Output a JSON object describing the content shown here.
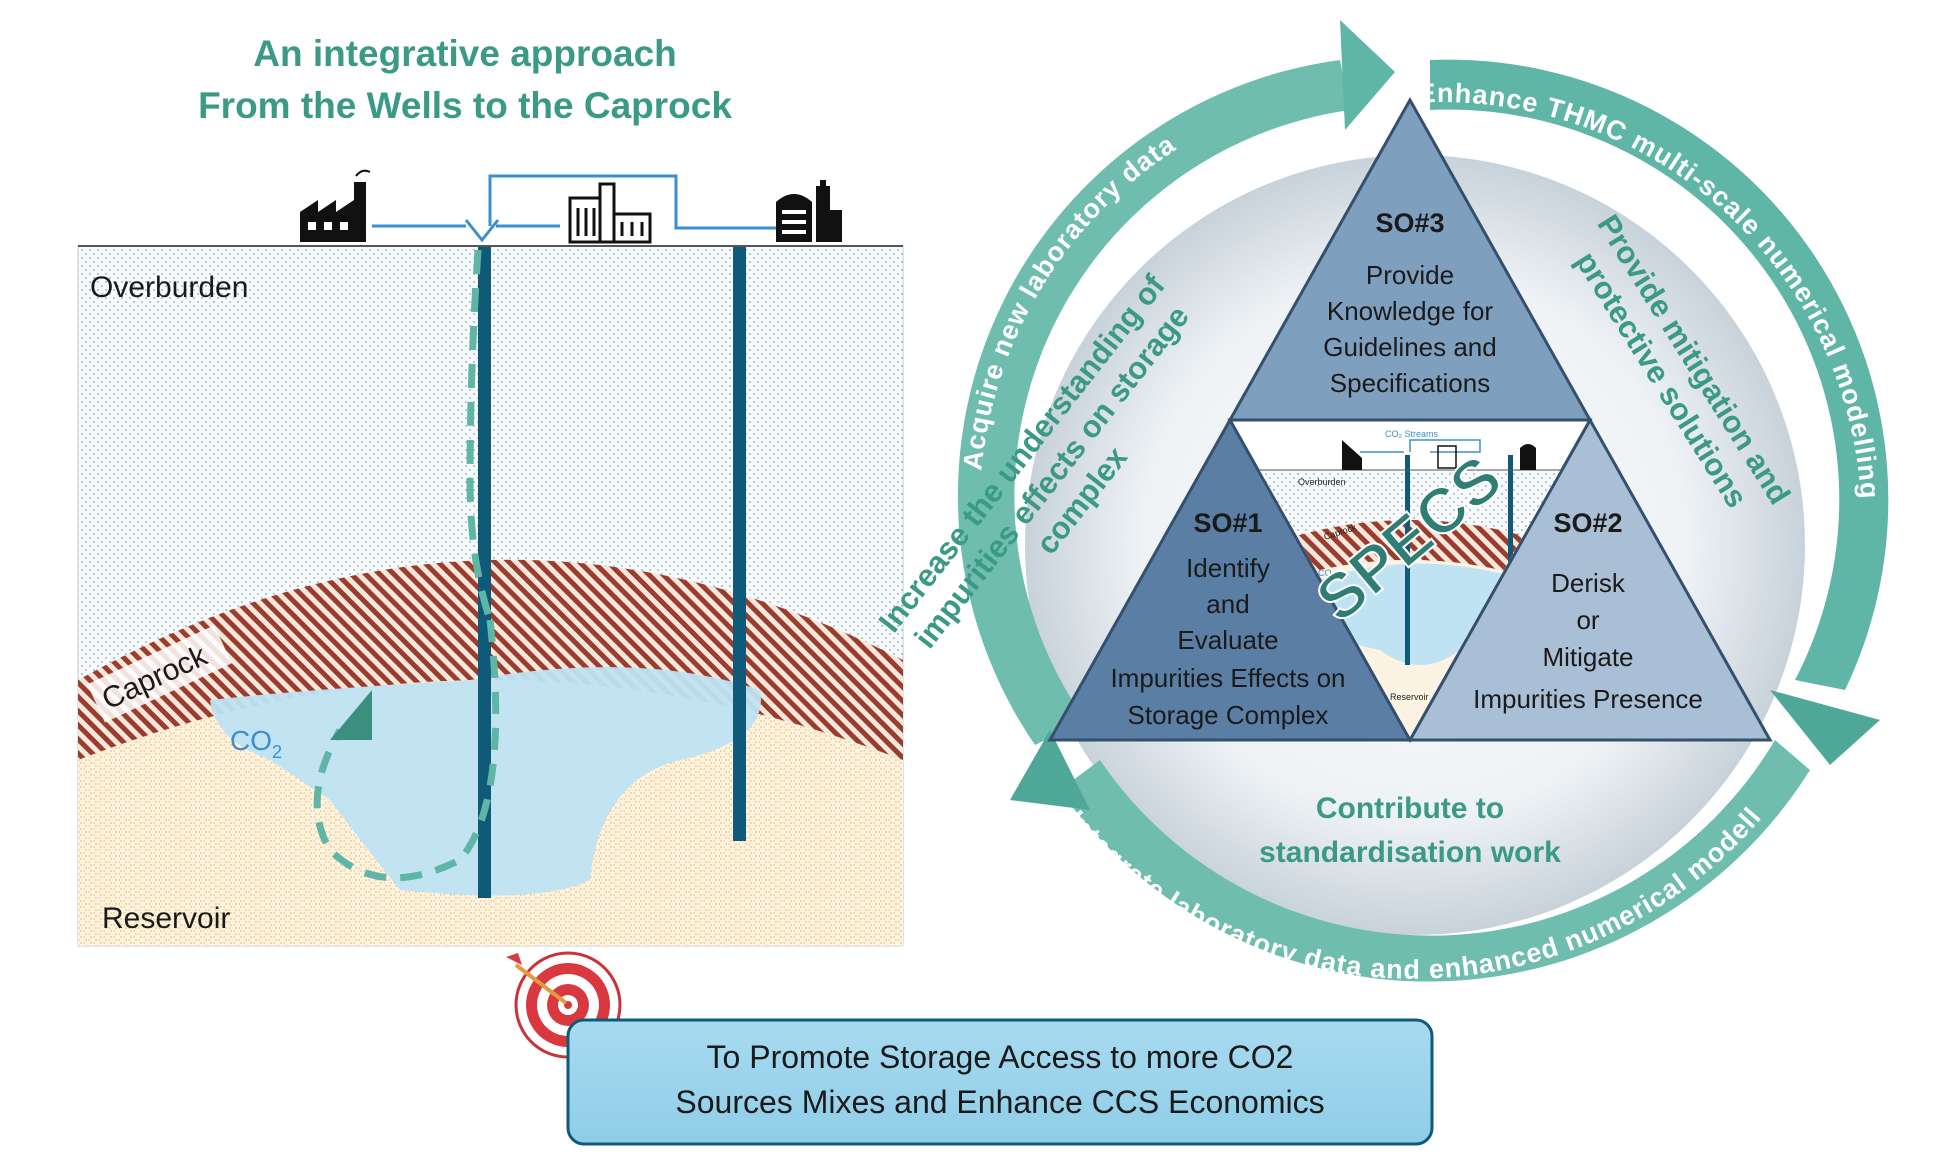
{
  "header": {
    "line1": "An integrative approach",
    "line2": "From the Wells to the Caprock"
  },
  "geology": {
    "overburden": "Overburden",
    "caprock": "Caprock",
    "reservoir": "Reservoir",
    "co2_main": "CO",
    "co2_sub": "2"
  },
  "icons": {
    "factory": "factory-icon",
    "industrial_plant": "industrial-plant-icon",
    "refinery": "refinery-icon",
    "target": "target-icon"
  },
  "cycle": {
    "top_left_arc": "Acquire new laboratory data",
    "top_right_arc": "Enhance THMC multi-scale numerical modelling",
    "bottom_arc": "Integrate laboratory data and enhanced numerical modelling",
    "left_green_line1": "Increase the understanding of",
    "left_green_line2": "impurities effects on storage",
    "left_green_line3": "complex",
    "right_green_line1": "Provide mitigation and",
    "right_green_line2": "protective solutions",
    "bottom_green_line1": "Contribute to",
    "bottom_green_line2": "standardisation work"
  },
  "objectives": {
    "so3": {
      "title": "SO#3",
      "lines": [
        "Provide",
        "Knowledge for",
        "Guidelines and",
        "Specifications"
      ]
    },
    "so1": {
      "title": "SO#1",
      "lines": [
        "Identify",
        "and",
        "Evaluate",
        "Impurities Effects on",
        "Storage Complex"
      ]
    },
    "so2": {
      "title": "SO#2",
      "lines": [
        "Derisk",
        "or",
        "Mitigate",
        "Impurities Presence"
      ]
    }
  },
  "mini": {
    "streams": "CO₂ Streams",
    "overburden": "Overburden",
    "caprock": "Caprock",
    "reservoir": "Reservoir",
    "co2": "CO₂",
    "specs": "SPECS"
  },
  "goal": {
    "line1": "To Promote Storage Access to more CO2",
    "line2": "Sources Mixes and Enhance CCS Economics"
  },
  "colors": {
    "title_green": "#3a9a86",
    "teal": "#5fb5a6",
    "dark_teal": "#0e5a78",
    "caprock_brown": "#8b3a2a",
    "reservoir_sand": "#f2c879",
    "co2_blue": "#bfe3f2",
    "triangle_top": "#7f9fbe",
    "triangle_left": "#5a7ea4",
    "triangle_right": "#a9bfd5",
    "goal_fill": "#9ed4eb"
  }
}
